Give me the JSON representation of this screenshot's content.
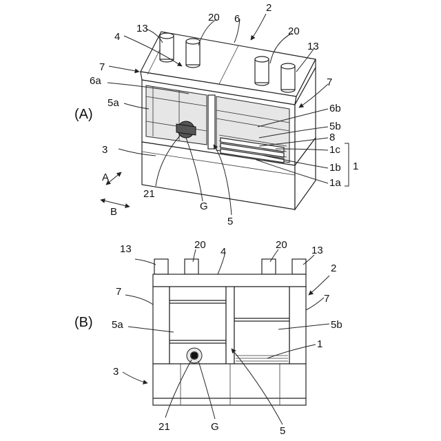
{
  "views": {
    "A": {
      "caption": "(A)"
    },
    "B": {
      "caption": "(B)"
    }
  },
  "labels_A": {
    "l2": "2",
    "l4": "4",
    "l6": "6",
    "l6a": "6a",
    "l6b": "6b",
    "l7_left": "7",
    "l7_right": "7",
    "l13_left": "13",
    "l13_right": "13",
    "l20_left": "20",
    "l20_right": "20",
    "l5a": "5a",
    "l5b": "5b",
    "l8": "8",
    "l1c": "1c",
    "l1b": "1b",
    "l1a": "1a",
    "l1": "1",
    "l3": "3",
    "l21": "21",
    "lG": "G",
    "l5": "5",
    "lA": "A",
    "lB": "B"
  },
  "labels_B": {
    "l13_left": "13",
    "l20_left": "20",
    "l4": "4",
    "l20_right": "20",
    "l13_right": "13",
    "l2": "2",
    "l7_left": "7",
    "l7_right": "7",
    "l5a": "5a",
    "l5b": "5b",
    "l1": "1",
    "l3": "3",
    "l21": "21",
    "lG": "G",
    "l5": "5"
  }
}
